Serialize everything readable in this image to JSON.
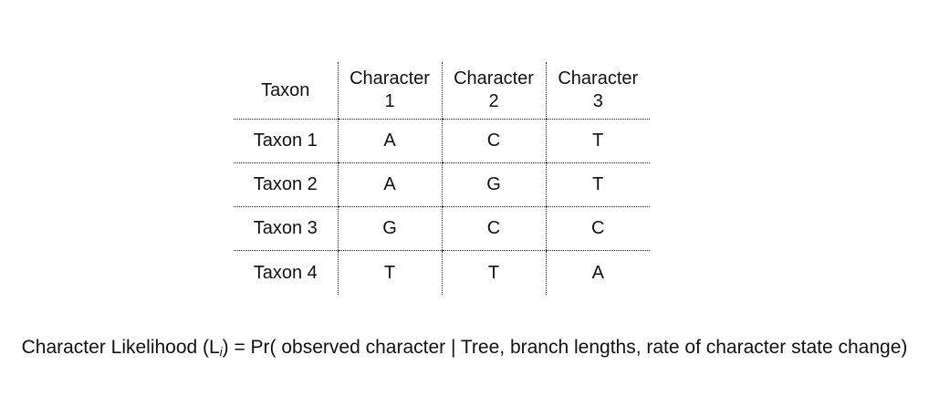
{
  "table": {
    "headers": [
      "Taxon",
      "Character\n1",
      "Character\n2",
      "Character\n3"
    ],
    "rows": [
      {
        "taxon": "Taxon 1",
        "chars": [
          "A",
          "C",
          "T"
        ]
      },
      {
        "taxon": "Taxon 2",
        "chars": [
          "A",
          "G",
          "T"
        ]
      },
      {
        "taxon": "Taxon 3",
        "chars": [
          "G",
          "C",
          "C"
        ]
      },
      {
        "taxon": "Taxon 4",
        "chars": [
          "T",
          "T",
          "A"
        ]
      }
    ]
  },
  "caption": {
    "prefix": "Character Likelihood (L",
    "subscript": "i",
    "suffix": ")  = Pr( observed character | Tree, branch lengths, rate of character state change)"
  }
}
